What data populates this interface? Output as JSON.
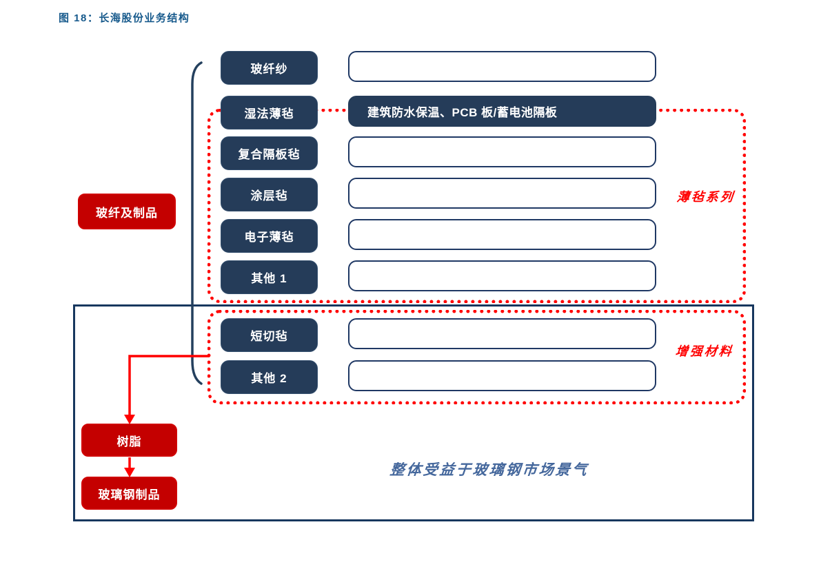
{
  "figure": {
    "title": "图 18：长海股份业务结构"
  },
  "left_column": {
    "glass_fiber_products": "玻纤及制品",
    "resin": "树脂",
    "frp_products": "玻璃钢制品"
  },
  "rows": [
    {
      "product": "玻纤纱",
      "application": ""
    },
    {
      "product": "湿法薄毡",
      "application": "建筑防水保温、PCB 板/蓄电池隔板"
    },
    {
      "product": "复合隔板毡",
      "application": ""
    },
    {
      "product": "涂层毡",
      "application": ""
    },
    {
      "product": "电子薄毡",
      "application": ""
    },
    {
      "product": "其他 1",
      "application": ""
    },
    {
      "product": "短切毡",
      "application": ""
    },
    {
      "product": "其他 2",
      "application": ""
    }
  ],
  "group_labels": {
    "thin_felt_series": "薄毡系列",
    "reinforcement_materials": "增强材料"
  },
  "bottom_note": "整体受益于玻璃钢市场景气",
  "colors": {
    "navy_box": "#253C59",
    "outline_navy": "#1F3864",
    "frame_navy": "#17375E",
    "red_node": "#C40000",
    "dashed_red": "#FF0000",
    "title_blue": "#175A8C",
    "note_blue": "#44679C"
  }
}
